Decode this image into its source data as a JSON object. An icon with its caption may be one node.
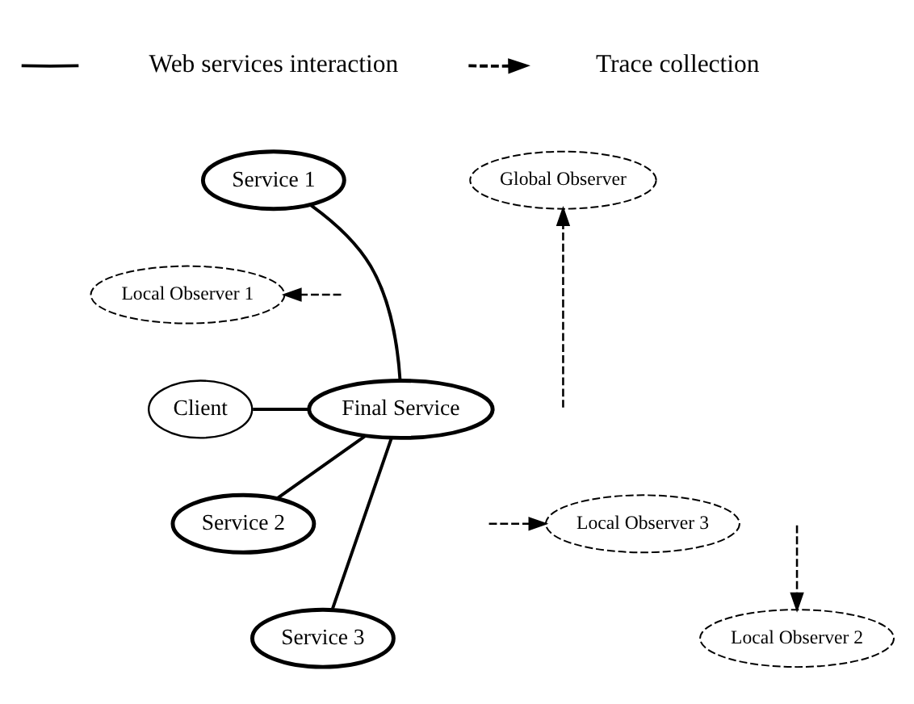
{
  "diagram": {
    "nodes": [
      {
        "text": [
          "Service 1"
        ]
      },
      {
        "text": [
          "Global Observer"
        ]
      },
      {
        "text": [
          "Local Observer 1"
        ]
      },
      {
        "text": [
          "Client"
        ]
      },
      {
        "text": [
          "Final Service"
        ]
      },
      {
        "text": [
          "Service 2"
        ]
      },
      {
        "text": [
          "Local Observer 3"
        ]
      },
      {
        "text": [
          "Service 3"
        ]
      },
      {
        "text": [
          "Local Observer 2"
        ]
      }
    ],
    "edges": [
      {
        "from": 0,
        "to": 4,
        "arrow": "none"
      },
      {
        "from": 3,
        "to": 4,
        "arrow": "none"
      },
      {
        "from": 4,
        "to": 5,
        "arrow": "none"
      },
      {
        "from": 4,
        "to": 7,
        "arrow": "none"
      },
      {
        "from": null,
        "to": 1,
        "arrow": "to",
        "style": "dashed"
      },
      {
        "from": null,
        "to": 2,
        "arrow": "to",
        "style": "dashed"
      },
      {
        "from": null,
        "to": 6,
        "arrow": "to",
        "style": "dashed"
      },
      {
        "from": null,
        "to": 8,
        "arrow": "to",
        "style": "dashed"
      }
    ],
    "legend": [
      {
        "text": "Web services interaction"
      },
      {
        "text": "Trace collection"
      }
    ]
  }
}
